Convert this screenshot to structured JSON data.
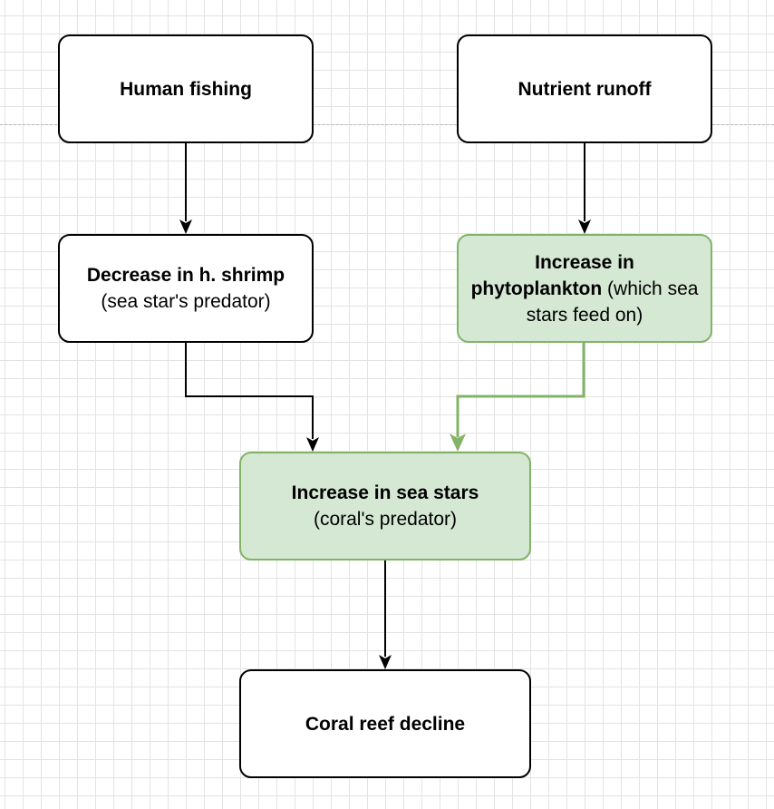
{
  "colors": {
    "default_fill": "#ffffff",
    "default_stroke": "#000000",
    "highlight_fill": "#d5e8d4",
    "highlight_stroke": "#82b366"
  },
  "nodes": {
    "human_fishing": {
      "bold": "Human fishing",
      "normal": ""
    },
    "nutrient_runoff": {
      "bold": "Nutrient runoff",
      "normal": ""
    },
    "decrease_shrimp": {
      "bold": "Decrease in h. shrimp",
      "normal": " (sea star's predator)"
    },
    "increase_phytoplankton": {
      "bold": "Increase in phytoplankton",
      "normal": " (which sea stars feed on)"
    },
    "increase_sea_stars": {
      "bold": "Increase in sea stars",
      "normal": "(coral's predator)"
    },
    "coral_decline": {
      "bold": "Coral reef decline",
      "normal": ""
    }
  }
}
